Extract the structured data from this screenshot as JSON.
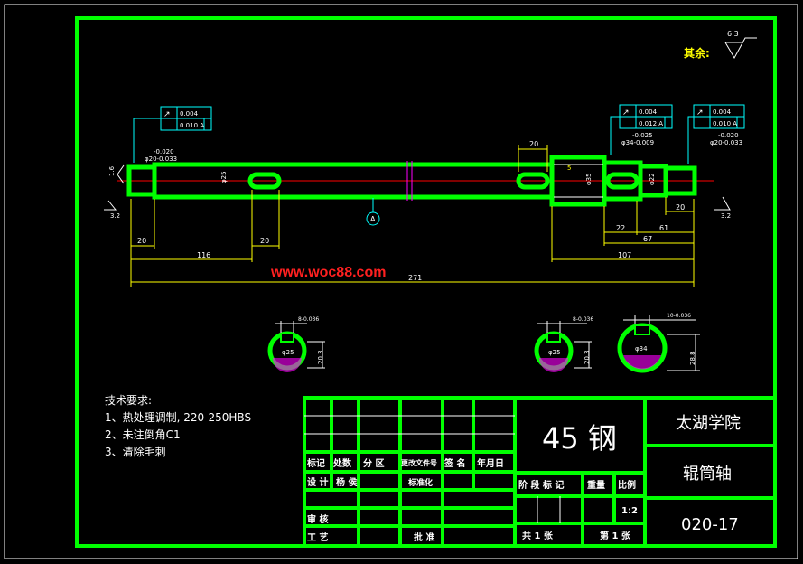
{
  "watermark": "www.woc88.com",
  "roughness_note": "其余:",
  "roughness_general": "6.3",
  "tolerance_frames": [
    {
      "symbol": "↗",
      "lines": [
        "0.004",
        "0.010 A"
      ]
    },
    {
      "symbol": "↗",
      "lines": [
        "0.004",
        "0.012 A"
      ]
    },
    {
      "symbol": "↗",
      "lines": [
        "0.004",
        "0.010 A"
      ]
    }
  ],
  "datum_label": "A",
  "shaft_labels": {
    "d_left": "φ20-0.033",
    "d_left_upper": "-0.020",
    "d_mid_right": "φ34-0.009",
    "d_mid_right_upper": "-0.025",
    "d_right": "φ20-0.033",
    "d_right_upper": "-0.020",
    "d_main": "φ25",
    "d_collar": "φ35",
    "d_small": "φ22",
    "chamfer": "5",
    "rough_left": "1.6",
    "rough_left_low": "3.2",
    "rough_right_low": "3.2"
  },
  "dimensions": {
    "d20_left": "20",
    "d116": "116",
    "d20_key": "20",
    "total": "271",
    "d20_top": "20",
    "d22": "22",
    "d61": "61",
    "d20_right": "20",
    "d67": "67",
    "d107": "107"
  },
  "sections": [
    {
      "width_label": "8-0.036",
      "height_label": "20.3",
      "dia": "φ25"
    },
    {
      "width_label": "8-0.036",
      "height_label": "20.3",
      "dia": "φ25"
    },
    {
      "width_label": "10-0.036",
      "height_label": "28.8",
      "dia": "φ34"
    }
  ],
  "tech_requirements": {
    "title": "技术要求:",
    "items": [
      "1、热处理调制, 220-250HBS",
      "2、未注倒角C1",
      "3、清除毛刺"
    ]
  },
  "title_block": {
    "material": "45 钢",
    "school": "太湖学院",
    "part_name": "辊筒轴",
    "drawing_no": "020-17",
    "row_labels": [
      "标记",
      "处数",
      "分 区",
      "更改文件号",
      "签 名",
      "年月日"
    ],
    "design_row": [
      "设 计",
      "杨 侯",
      "标准化"
    ],
    "review": "审 核",
    "process": "工 艺",
    "approve": "批 准",
    "stage_label": "阶 段 标 记",
    "weight_label": "重量",
    "scale_label": "比例",
    "scale": "1:2",
    "total_sheets": "共 1 张",
    "sheet_no": "第 1 张"
  }
}
